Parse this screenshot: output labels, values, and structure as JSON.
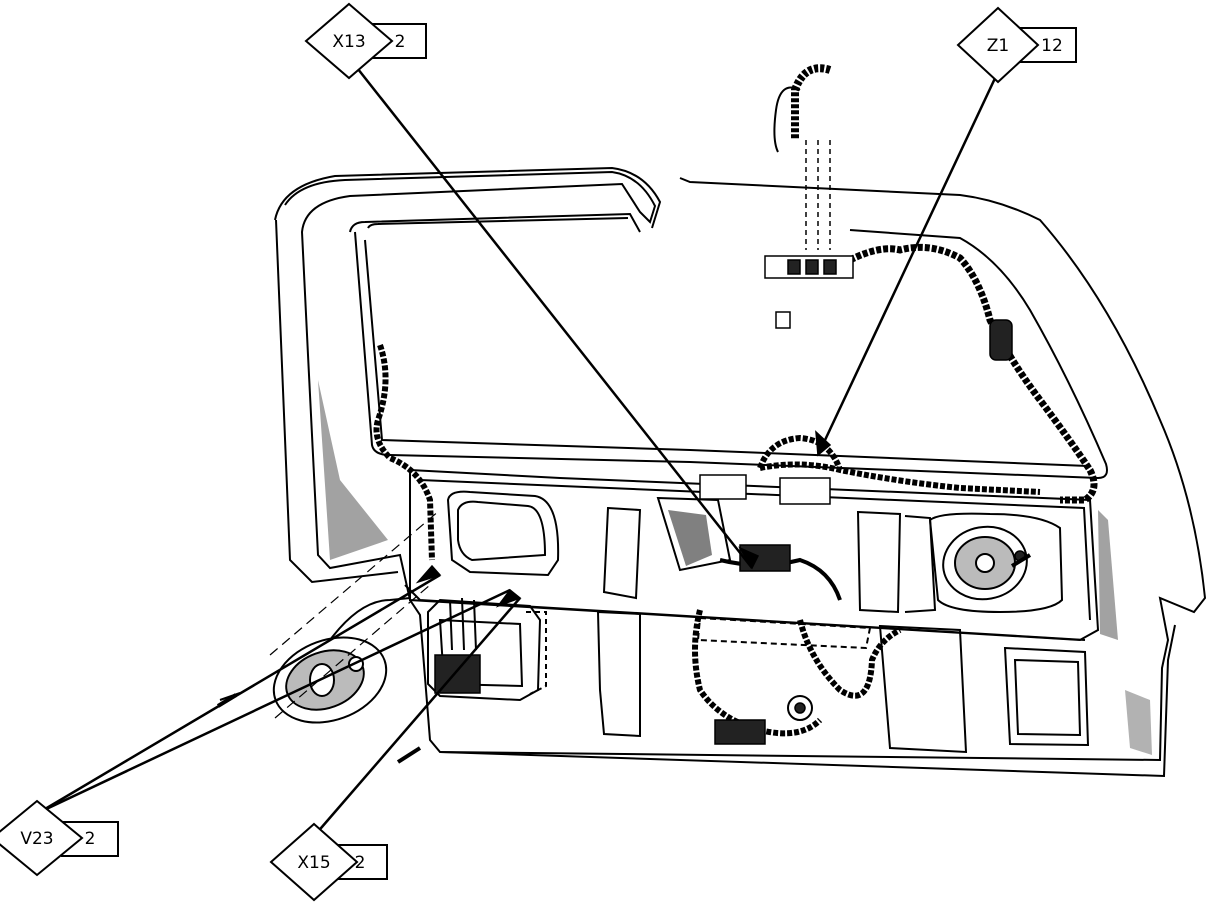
{
  "callouts": [
    {
      "id": "x13",
      "code": "X13",
      "number": "2"
    },
    {
      "id": "z1",
      "code": "Z1",
      "number": "12"
    },
    {
      "id": "v23",
      "code": "V23",
      "number": "2"
    },
    {
      "id": "x15",
      "code": "X15",
      "number": "2"
    }
  ],
  "colors": {
    "line": "#000000",
    "paper": "#ffffff"
  }
}
